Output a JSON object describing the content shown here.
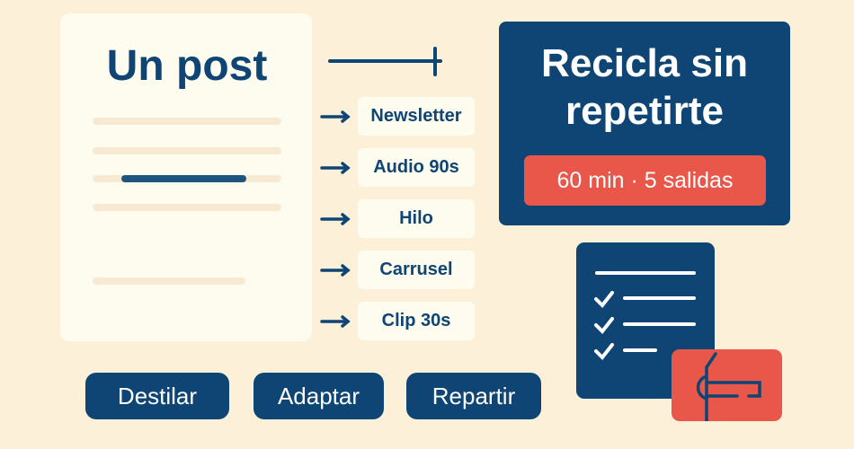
{
  "document": {
    "title": "Un post"
  },
  "outputs": [
    "Newsletter",
    "Audio 90s",
    "Hilo",
    "Carrusel",
    "Clip 30s"
  ],
  "hero": {
    "line1": "Recicla sin",
    "line2": "repetirte",
    "badge": "60 min · 5 salidas"
  },
  "steps": [
    "Destilar",
    "Adaptar",
    "Repartir"
  ],
  "colors": {
    "navy": "#0e4574",
    "red": "#e8574a",
    "background": "#fdf0d8",
    "card": "#fefbef"
  }
}
